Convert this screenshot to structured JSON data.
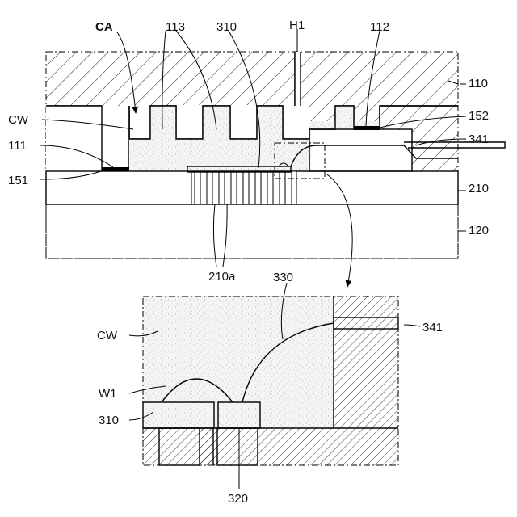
{
  "labels": {
    "ca": "CA",
    "l113": "113",
    "l310_top": "310",
    "h1": "H1",
    "l112": "112",
    "l110": "110",
    "cw_top": "CW",
    "l152": "152",
    "l111": "111",
    "l341_top": "341",
    "l151": "151",
    "l210": "210",
    "l120": "120",
    "l210a": "210a",
    "l330": "330",
    "cw_detail": "CW",
    "l341_detail": "341",
    "w1": "W1",
    "l310_detail": "310",
    "l320": "320"
  },
  "colors": {
    "line": "#000000",
    "fill_stipple": "#f2f2f2",
    "hatch": "#000000",
    "background": "#ffffff"
  }
}
